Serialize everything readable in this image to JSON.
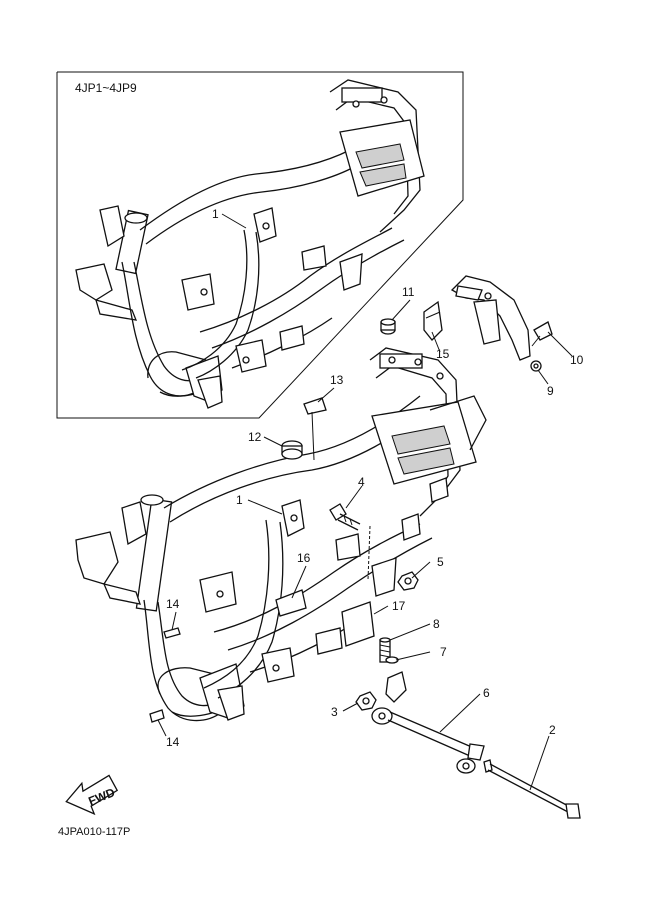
{
  "inset": {
    "title": "4JP1~4JP9",
    "callouts": [
      {
        "num": "1"
      }
    ]
  },
  "callouts": [
    {
      "id": "c1",
      "num": "1"
    },
    {
      "id": "c2",
      "num": "2"
    },
    {
      "id": "c3",
      "num": "3"
    },
    {
      "id": "c4",
      "num": "4"
    },
    {
      "id": "c5",
      "num": "5"
    },
    {
      "id": "c6",
      "num": "6"
    },
    {
      "id": "c7",
      "num": "7"
    },
    {
      "id": "c8",
      "num": "8"
    },
    {
      "id": "c9",
      "num": "9"
    },
    {
      "id": "c10",
      "num": "10"
    },
    {
      "id": "c11",
      "num": "11"
    },
    {
      "id": "c12",
      "num": "12"
    },
    {
      "id": "c13",
      "num": "13"
    },
    {
      "id": "c14a",
      "num": "14"
    },
    {
      "id": "c14b",
      "num": "14"
    },
    {
      "id": "c15",
      "num": "15"
    },
    {
      "id": "c16",
      "num": "16"
    },
    {
      "id": "c17",
      "num": "17"
    }
  ],
  "fwd_label": "FWD",
  "reference": "4JPA010-117P"
}
